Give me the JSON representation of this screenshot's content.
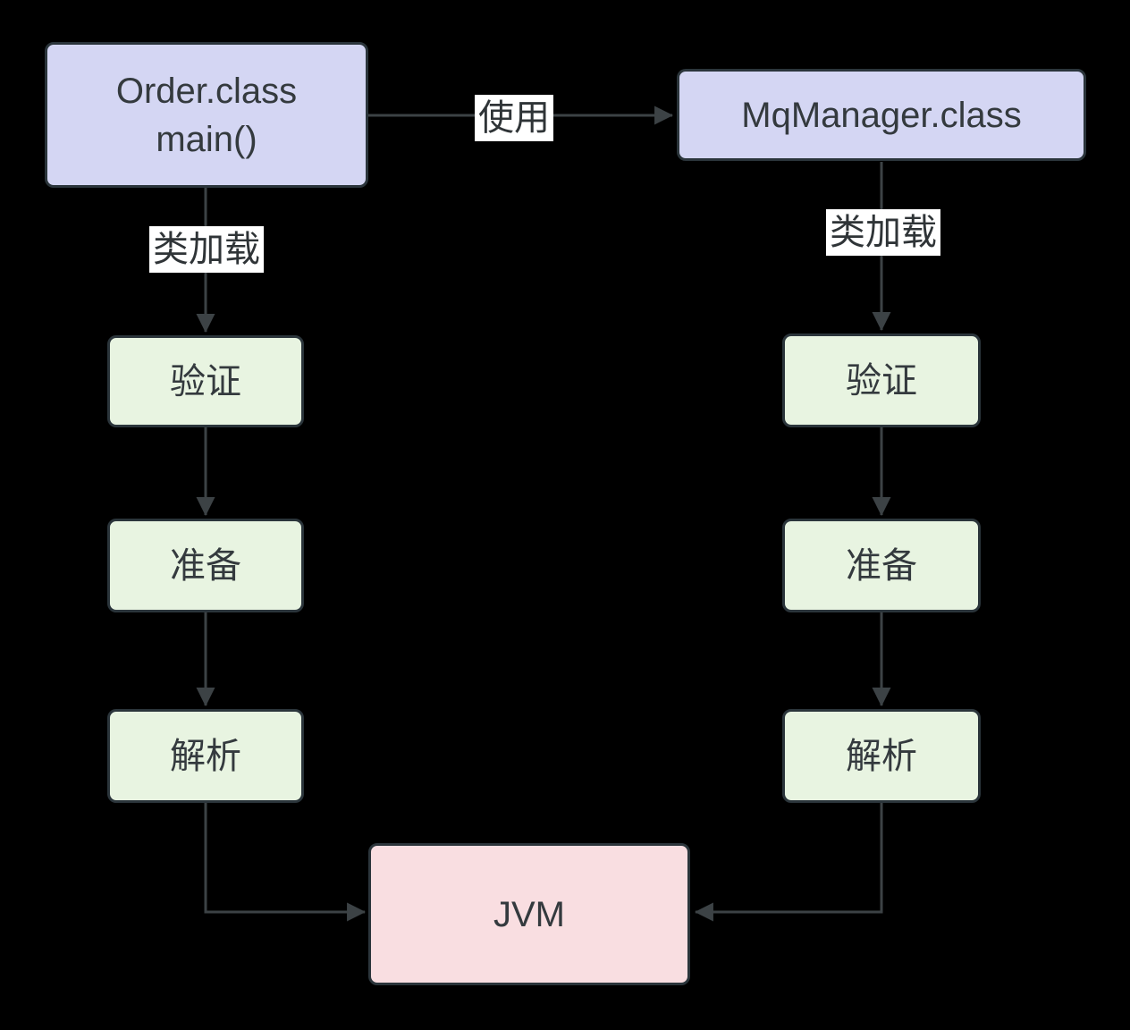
{
  "diagram": {
    "title": "class loading flow diagram",
    "nodes": {
      "order_class": {
        "line1": "Order.class",
        "line2": "main()"
      },
      "mq_manager": {
        "label": "MqManager.class"
      },
      "verify_left": {
        "label": "验证"
      },
      "prepare_left": {
        "label": "准备"
      },
      "resolve_left": {
        "label": "解析"
      },
      "verify_right": {
        "label": "验证"
      },
      "prepare_right": {
        "label": "准备"
      },
      "resolve_right": {
        "label": "解析"
      },
      "jvm": {
        "label": "JVM"
      }
    },
    "edge_labels": {
      "use": "使用",
      "class_load_left": "类加载",
      "class_load_right": "类加载"
    },
    "colors": {
      "background": "#000000",
      "class_box_fill": "#d4d6f3",
      "stage_box_fill": "#e8f4e1",
      "jvm_box_fill": "#f9dee1",
      "box_border": "#2b353b",
      "arrow": "#3c4245",
      "node_text": "#343a3e",
      "edge_label_text": "#2f3437",
      "edge_label_bg": "#ffffff"
    }
  }
}
